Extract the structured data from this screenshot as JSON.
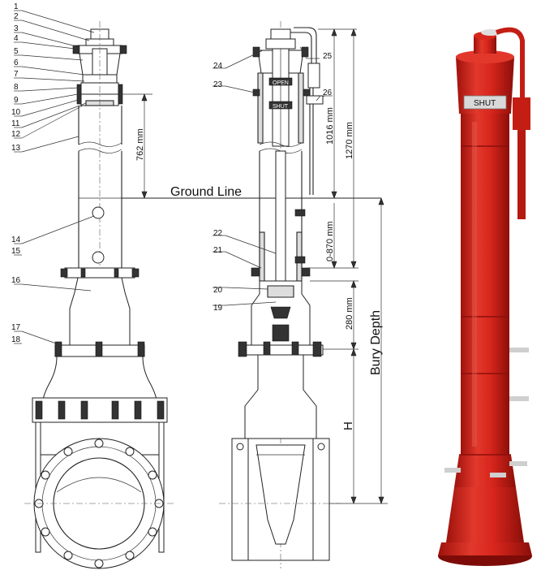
{
  "callouts_left": [
    "1",
    "2",
    "3",
    "4",
    "5",
    "6",
    "7",
    "8",
    "9",
    "10",
    "11",
    "12",
    "13",
    "14",
    "15",
    "16",
    "17",
    "18"
  ],
  "callouts_right": [
    "19",
    "20",
    "21",
    "22",
    "23",
    "24",
    "25",
    "26"
  ],
  "ground_label": "Ground Line",
  "dims": {
    "d762": "762 mm",
    "d1016": "1016 mm",
    "d1270": "1270 mm",
    "d0870": "0-870 mm",
    "d280": "280 mm",
    "bury": "Bury Depth",
    "h": "H"
  },
  "valve_labels": {
    "open": "OPEN",
    "shut": "SHUT"
  },
  "photo": {
    "label": "SHUT",
    "body_color": "#d8261c",
    "shade_color": "#a8140e"
  }
}
